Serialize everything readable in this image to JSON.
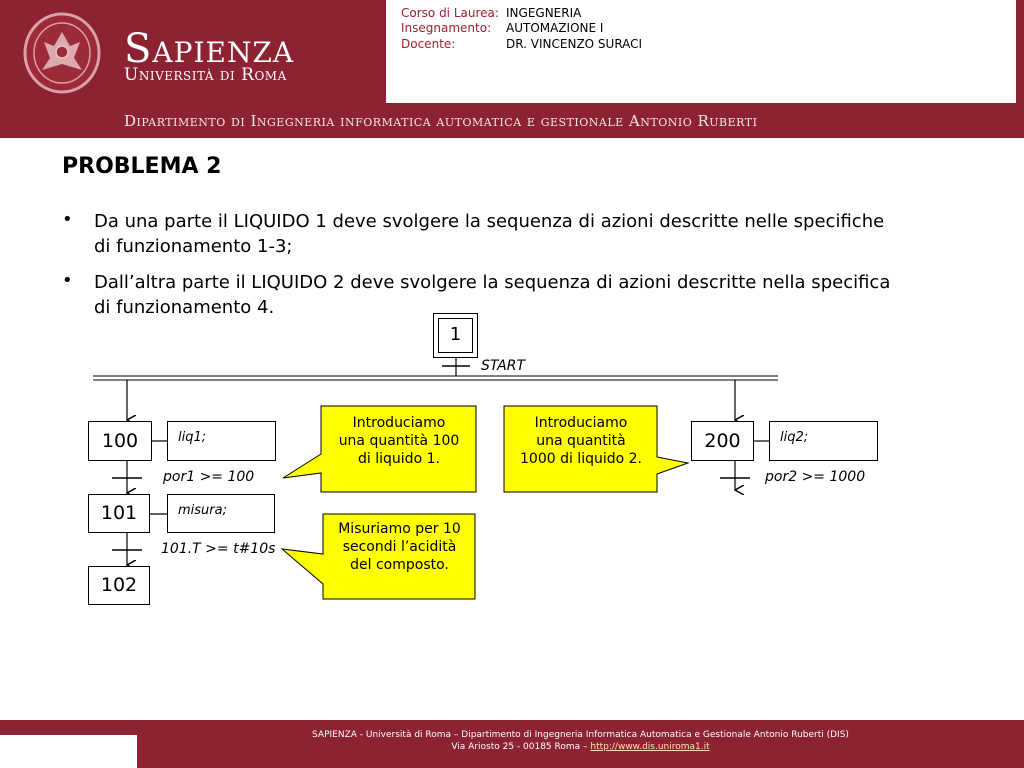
{
  "header": {
    "university_name": "Sapienza",
    "university_sub": "Università di Roma",
    "department": "Dipartimento di Ingegneria informatica automatica e gestionale Antonio Ruberti",
    "info": [
      {
        "key": "Corso di Laurea:",
        "value": "INGEGNERIA"
      },
      {
        "key": "Insegnamento:",
        "value": "AUTOMAZIONE I"
      },
      {
        "key": "Docente:",
        "value": "DR. VINCENZO SURACI"
      }
    ]
  },
  "slide": {
    "title": "PROBLEMA 2",
    "bullet_symbol": "•",
    "bullets": [
      "Da una parte il LIQUIDO 1 deve svolgere la sequenza di azioni descritte nelle specifiche di funzionamento 1-3;",
      "Dall’altra parte il LIQUIDO 2 deve svolgere la sequenza di azioni descritte nella specifica di funzionamento 4."
    ]
  },
  "diagram": {
    "initial_step": "1",
    "start_transition": "START",
    "steps": [
      "100",
      "101",
      "102",
      "200"
    ],
    "actions": {
      "s100": "liq1;",
      "s101": "misura;",
      "s200": "liq2;"
    },
    "conditions": {
      "t100": "por1 >= 100",
      "t101": "101.T >= t#10s",
      "t200": "por2 >= 1000"
    },
    "callouts": [
      [
        "Introduciamo",
        "una quantità 100",
        "di liquido 1."
      ],
      [
        "Introduciamo",
        "una quantità",
        "1000 di liquido 2."
      ],
      [
        "Misuriamo per 10",
        "secondi l’acidità",
        "del composto."
      ]
    ],
    "callout_fill": "#ffff00"
  },
  "footer": {
    "line1": "SAPIENZA - Università di Roma – Dipartimento di Ingegneria Informatica Automatica e Gestionale Antonio Ruberti (DIS)",
    "line2_prefix": "Via Ariosto 25 - 00185 Roma –",
    "link": "http://www.dis.uniroma1.it"
  },
  "colors": {
    "brand": "#8d2232",
    "info_key": "#a02030"
  }
}
